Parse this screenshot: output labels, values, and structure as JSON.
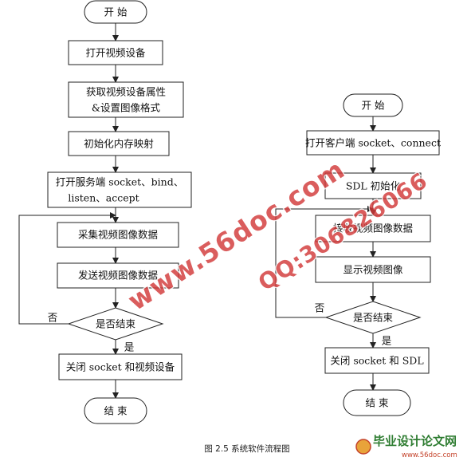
{
  "left_flow": {
    "start": "开 始",
    "step1": "打开视频设备",
    "step2_line1": "获取视频设备属性",
    "step2_line2": "&设置图像格式",
    "step3": "初始化内存映射",
    "step4_line1": "打开服务端 socket、bind、",
    "step4_line2": "listen、accept",
    "step5": "采集视频图像数据",
    "step6": "发送视频图像数据",
    "decision": "是否结束",
    "no_label": "否",
    "yes_label": "是",
    "step7": "关闭 socket 和视频设备",
    "end": "结 束"
  },
  "right_flow": {
    "start": "开 始",
    "step1": "打开客户端 socket、connect",
    "step2": "SDL 初始化",
    "step3": "接收视频图像数据",
    "step4": "显示视频图像",
    "decision": "是否结束",
    "no_label": "否",
    "yes_label": "是",
    "step5": "关闭 socket 和 SDL",
    "end": "结 束"
  },
  "caption": "图 2.5  系统软件流程图",
  "watermarks": {
    "line1": "www.56doc.com",
    "line2": "QQ:306826066",
    "logo_text": "毕业设计论文网",
    "logo_url": "www.56doc.com"
  },
  "colors": {
    "stroke": "#222222",
    "watermark_red": "#cc2222",
    "logo_green": "#3a8a3a"
  }
}
